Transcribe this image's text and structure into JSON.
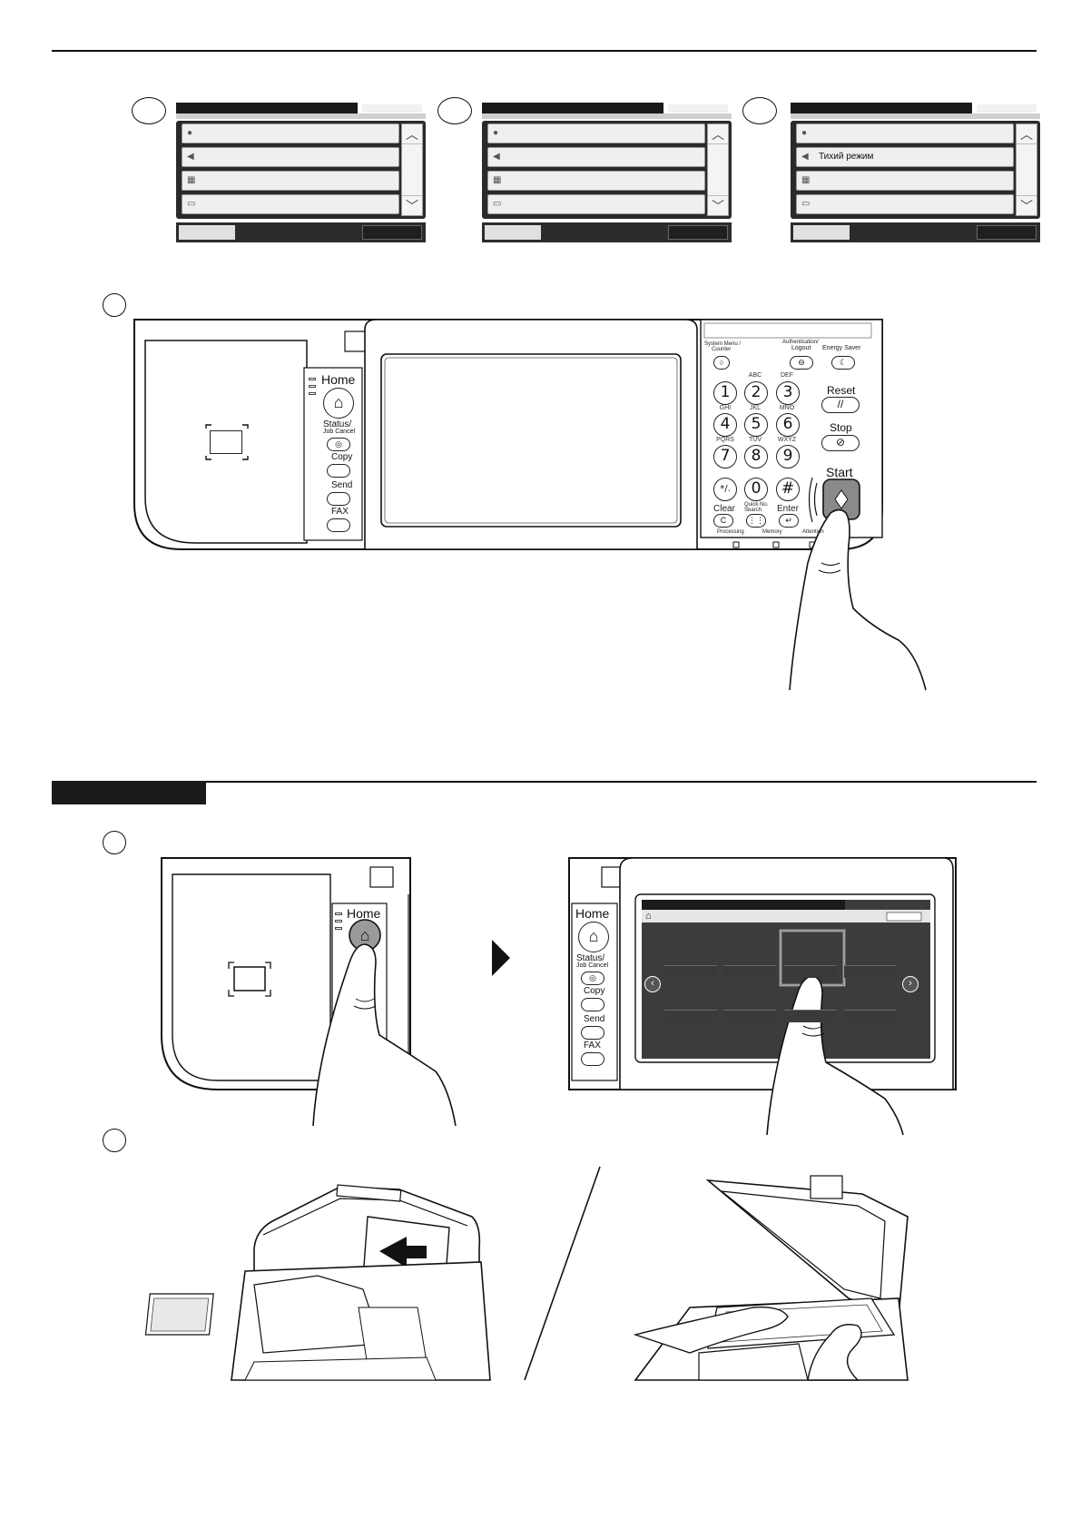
{
  "page": {
    "section_badge": "",
    "language_screens": [
      {
        "step": "",
        "rows": [
          {
            "icon": "language-icon",
            "label": ""
          },
          {
            "icon": "sound-icon",
            "label": ""
          },
          {
            "icon": "pdf-icon",
            "label": ""
          },
          {
            "icon": "printer-icon",
            "label": ""
          }
        ]
      },
      {
        "step": "",
        "rows": [
          {
            "icon": "language-icon",
            "label": ""
          },
          {
            "icon": "sound-icon",
            "label": ""
          },
          {
            "icon": "pdf-icon",
            "label": ""
          },
          {
            "icon": "printer-icon",
            "label": ""
          }
        ]
      },
      {
        "step": "",
        "rows": [
          {
            "icon": "language-icon",
            "label": ""
          },
          {
            "icon": "sound-icon",
            "label": "Тихий режим"
          },
          {
            "icon": "pdf-icon",
            "label": ""
          },
          {
            "icon": "printer-icon",
            "label": ""
          }
        ]
      }
    ],
    "operation_panel": {
      "home_label": "Home",
      "status_label": "Status/",
      "job_cancel_label": "Job Cancel",
      "copy_label": "Copy",
      "send_label": "Send",
      "fax_label": "FAX",
      "system_menu_label": "System Menu /",
      "counter_label": "Counter",
      "auth_label": "Authentication/",
      "logout_label": "Logout",
      "energy_saver_label": "Energy Saver",
      "reset_label": "Reset",
      "stop_label": "Stop",
      "start_label": "Start",
      "clear_label": "Clear",
      "clear_key": "C",
      "quick_no_label": "Quick No.",
      "search_label": "Search",
      "enter_label": "Enter",
      "processing_label": "Processing",
      "memory_label": "Memory",
      "attention_label": "Attention",
      "keys": [
        {
          "digit": "1",
          "letters": ""
        },
        {
          "digit": "2",
          "letters": "ABC"
        },
        {
          "digit": "3",
          "letters": "DEF"
        },
        {
          "digit": "4",
          "letters": "GHI"
        },
        {
          "digit": "5",
          "letters": "JKL"
        },
        {
          "digit": "6",
          "letters": "MNO"
        },
        {
          "digit": "7",
          "letters": "PQRS"
        },
        {
          "digit": "8",
          "letters": "TUV"
        },
        {
          "digit": "9",
          "letters": "WXYZ"
        },
        {
          "digit": "*/.",
          "letters": ""
        },
        {
          "digit": "0",
          "letters": ""
        },
        {
          "digit": "#",
          "letters": ""
        }
      ]
    },
    "home_panel_small": {
      "home_label": "Home",
      "status_label": "Status/",
      "job_cancel_label": "Job Cancel",
      "copy_label": "Copy",
      "send_label": "Send",
      "fax_label": "FAX"
    }
  },
  "colors": {
    "ink": "#111111",
    "screen_dark": "#2a2a2a",
    "row_bg": "#efefef",
    "start_button": "#8a8a8a"
  }
}
